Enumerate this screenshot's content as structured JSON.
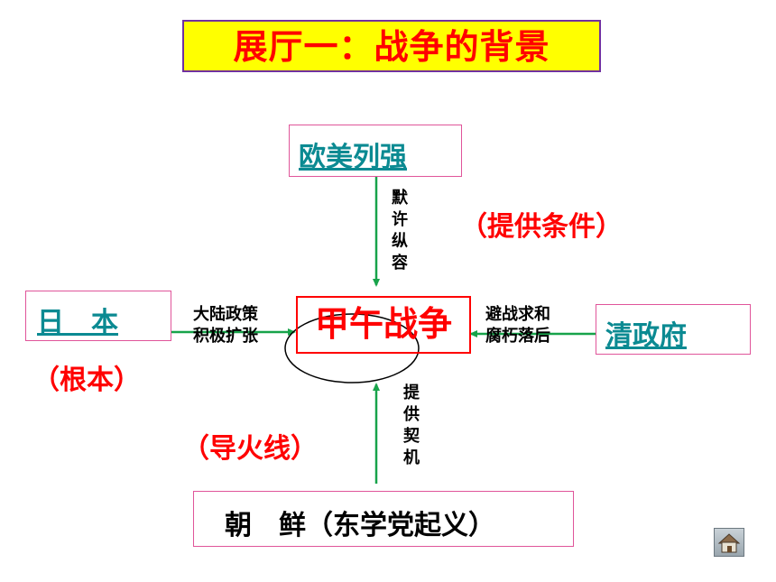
{
  "title": "展厅一：战争的背景",
  "center": "甲午战争",
  "nodes": {
    "top": "欧美列强",
    "left": "日　本",
    "right": "清政府",
    "bottom": "朝　鲜（东学党起义）"
  },
  "edges": {
    "top": "默许纵容",
    "left_line1": "大陆政策",
    "left_line2": "积极扩张",
    "right_line1": "避战求和",
    "right_line2": "腐朽落后",
    "bottom": "提供契机"
  },
  "annotations": {
    "top": "（提供条件）",
    "left": "（根本）",
    "bottom": "（导火线）"
  },
  "colors": {
    "title_bg": "#ffff00",
    "title_text": "#ff0000",
    "link": "#0b8a92",
    "arrow": "#17a34a",
    "box_border": "#e0559a"
  },
  "home_icon": "home-icon"
}
